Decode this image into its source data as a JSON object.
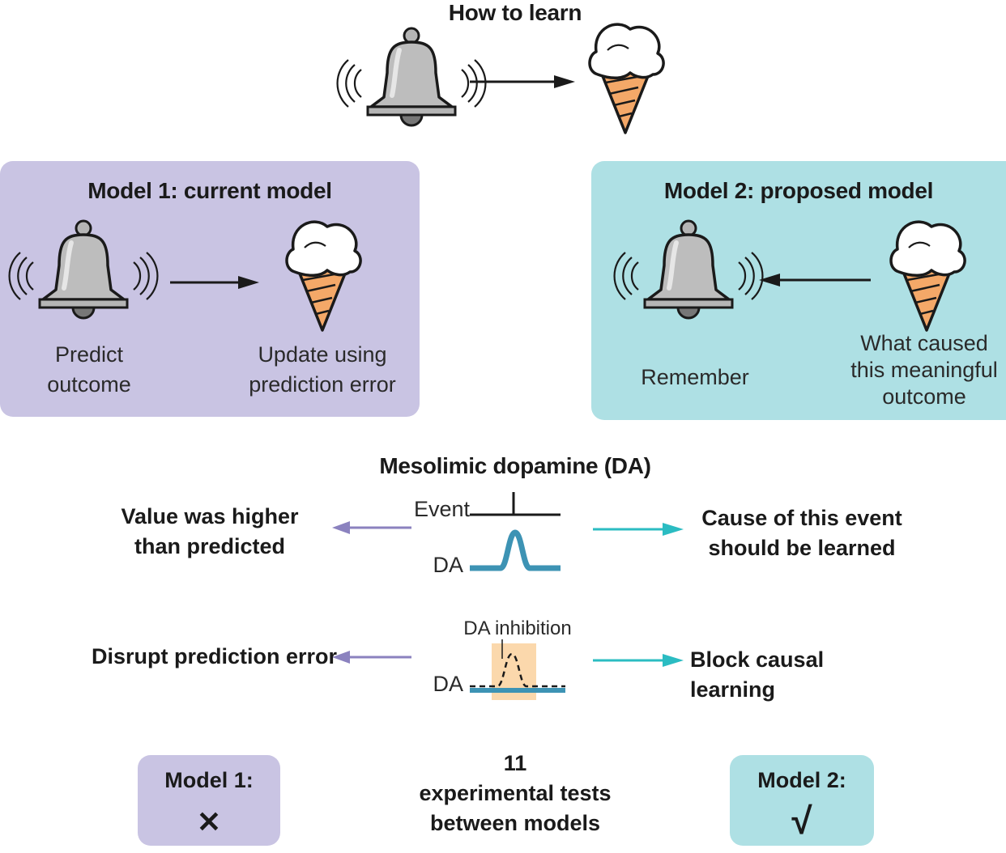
{
  "header": {
    "title": "How to learn"
  },
  "model1": {
    "title": "Model 1: current model",
    "left_label": "Predict\noutcome",
    "right_label": "Update using\nprediction error"
  },
  "model2": {
    "title": "Model 2: proposed model",
    "left_label": "Remember",
    "right_label": "What caused\nthis meaningful\noutcome"
  },
  "dopamine": {
    "title": "Mesolimic dopamine (DA)",
    "event_label": "Event",
    "da_label": "DA",
    "left_text": "Value was higher\nthan predicted",
    "right_text": "Cause of this event\nshould be learned"
  },
  "inhibition": {
    "label": "DA inhibition",
    "da_label": "DA",
    "left_text": "Disrupt prediction error",
    "right_text": "Block causal learning"
  },
  "verdict": {
    "model1_title": "Model 1:",
    "model1_mark": "✕",
    "center_text": "11\nexperimental tests\nbetween models",
    "model2_title": "Model 2:",
    "model2_mark": "√"
  },
  "colors": {
    "model1_panel": "#c9c4e3",
    "model2_panel": "#aee0e4",
    "dopamine_trace": "#3d93b4",
    "inhibition_highlight": "#fbd8ac",
    "left_arrow": "#8b82bf",
    "right_arrow": "#2bbcc2"
  },
  "icons": [
    "bell-icon",
    "ice-cream-icon",
    "arrow-icon"
  ]
}
